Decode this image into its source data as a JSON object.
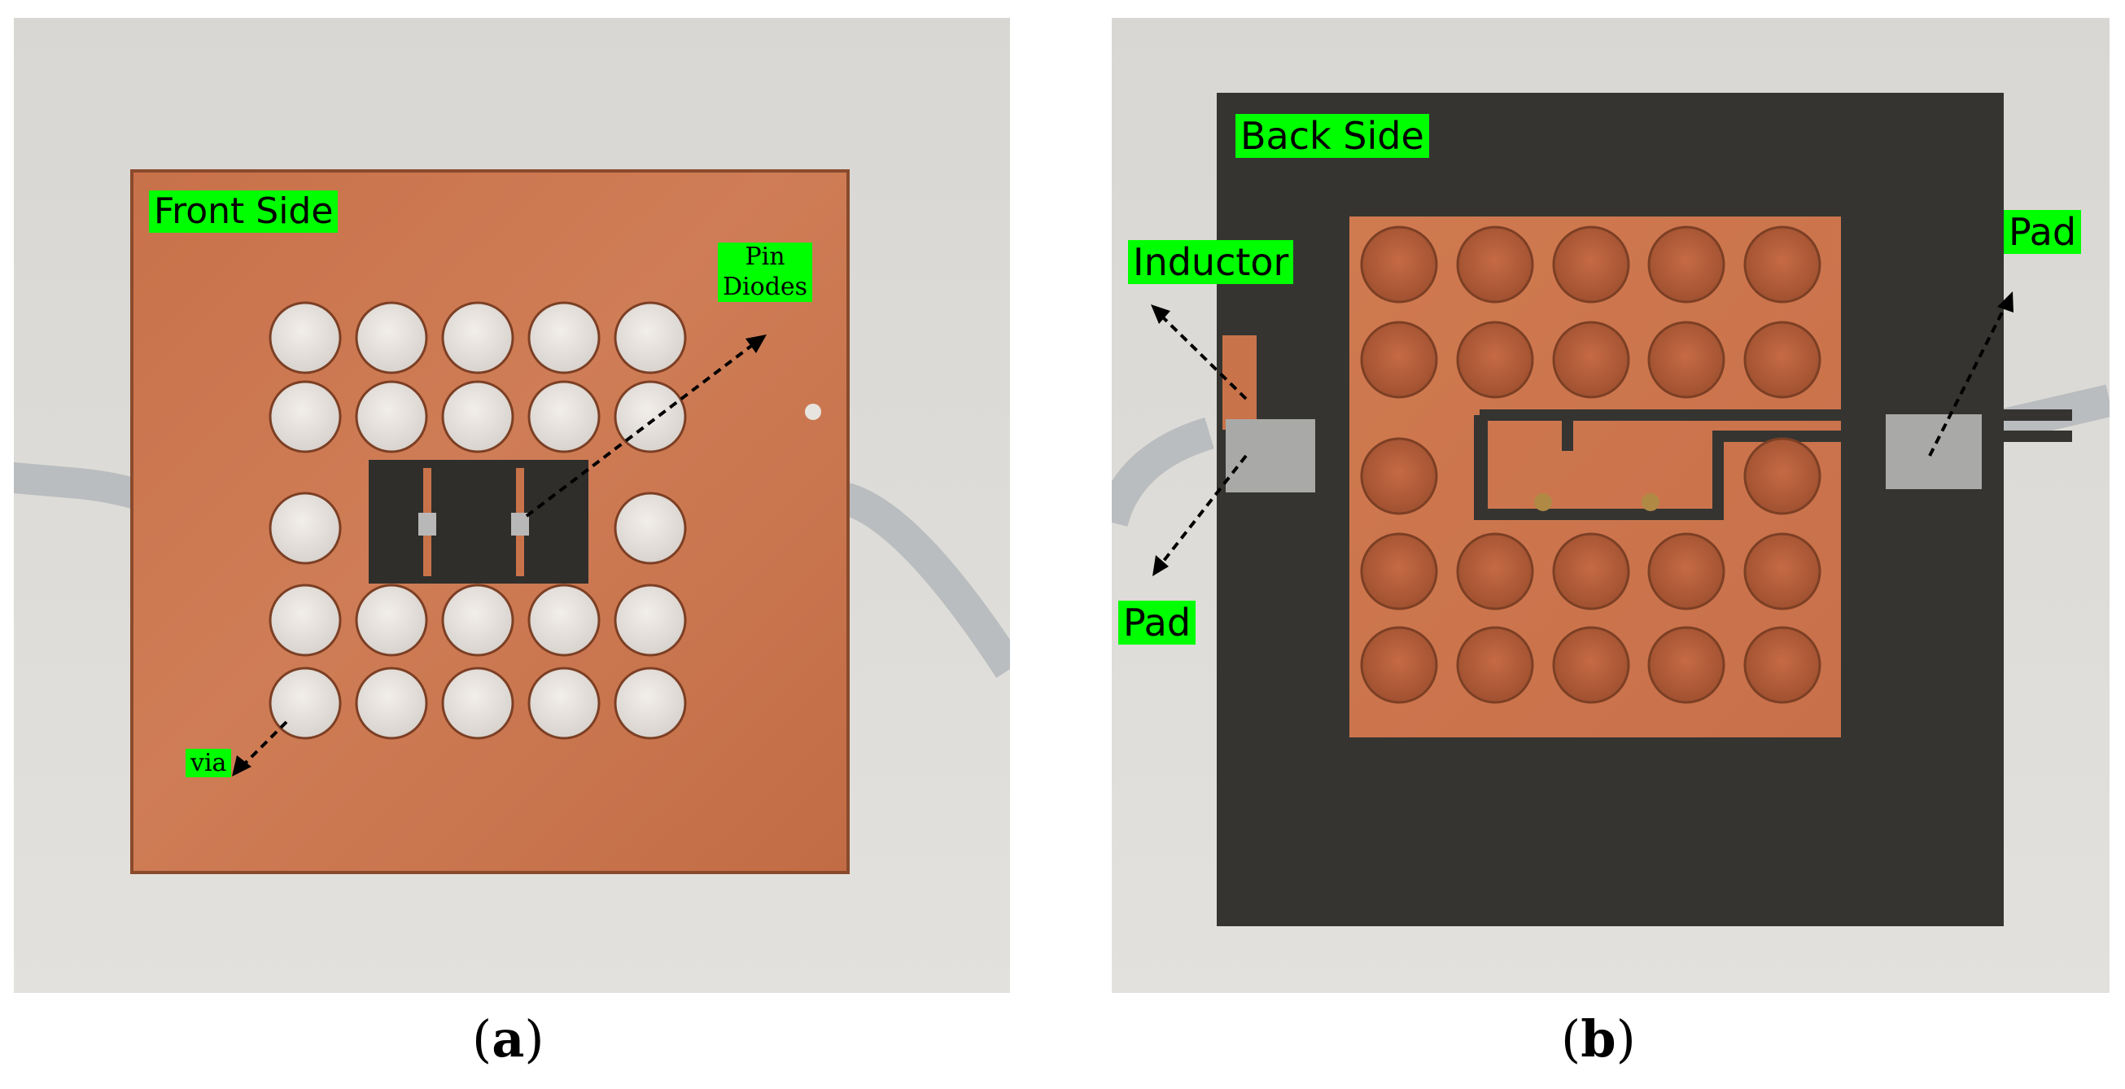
{
  "panel_a": {
    "caption_open": "(",
    "caption_letter": "a",
    "caption_close": ")",
    "labels": {
      "front_side": "Front Side",
      "pin_line1": "Pin",
      "pin_line2": "Diodes",
      "via": "via"
    }
  },
  "panel_b": {
    "caption_open": "(",
    "caption_letter": "b",
    "caption_close": ")",
    "labels": {
      "back_side": "Back Side",
      "inductor": "Inductor",
      "pad_right": "Pad",
      "pad_left": "Pad"
    }
  },
  "colors": {
    "label_bg": "#00ff00",
    "copper": "#c8734a",
    "substrate": "#353431",
    "cable": "#b9bdbf"
  }
}
